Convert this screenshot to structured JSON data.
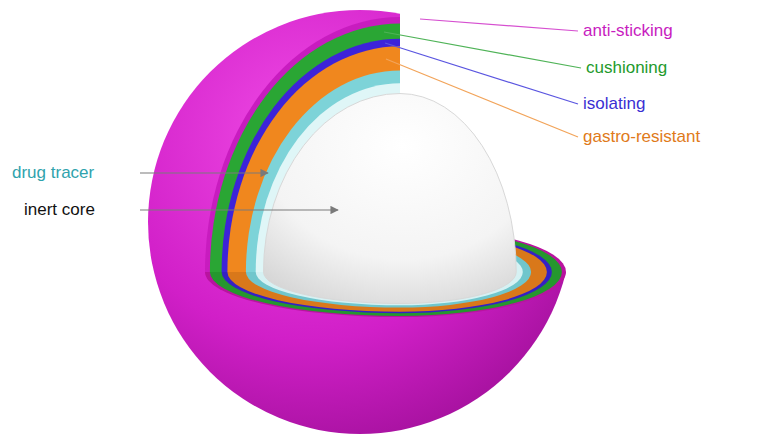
{
  "diagram": {
    "labels": [
      "anti-sticking",
      "cushioning",
      "isolating",
      "gastro-resistant",
      "drug tracer",
      "inert core"
    ]
  }
}
